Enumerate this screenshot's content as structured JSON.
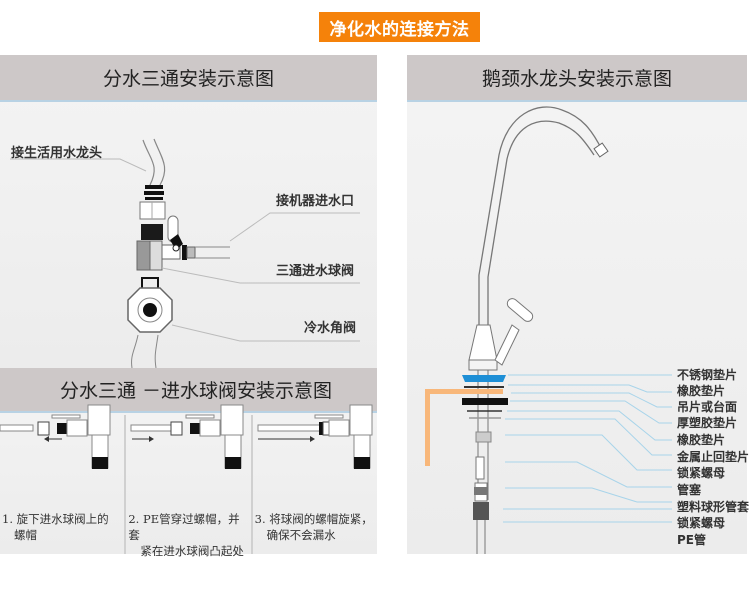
{
  "page_title": "净化水的连接方法",
  "panels": {
    "tee": {
      "title": "分水三通安装示意图",
      "labels": {
        "faucet": "接生活用水龙头",
        "machine_inlet": "接机器进水口",
        "tee_valve": "三通进水球阀",
        "angle_valve": "冷水角阀"
      }
    },
    "valve": {
      "title": "分水三通 －进水球阀安装示意图",
      "steps": [
        {
          "line1": "1. 旋下进水球阀上的",
          "line2": "螺帽"
        },
        {
          "line1": "2. PE管穿过螺帽，并套",
          "line2": "紧在进水球阀凸起处"
        },
        {
          "line1": "3. 将球阀的螺帽旋紧，",
          "line2": "确保不会漏水"
        }
      ]
    },
    "faucet": {
      "title": "鹅颈水龙头安装示意图",
      "parts": [
        "不锈钢垫片",
        "橡胶垫片",
        "吊片或台面",
        "厚塑胶垫片",
        "橡胶垫片",
        "金属止回垫片",
        "锁紧螺母",
        "管塞",
        "塑料球形管套",
        "锁紧螺母",
        "PE管"
      ]
    }
  },
  "colors": {
    "accent": "#f5820a",
    "header_bg": "#cdc8c8",
    "leader_line": "#a8d4ea",
    "blue_washer": "#1e8fd6",
    "counter_orange": "#f8b77a"
  }
}
